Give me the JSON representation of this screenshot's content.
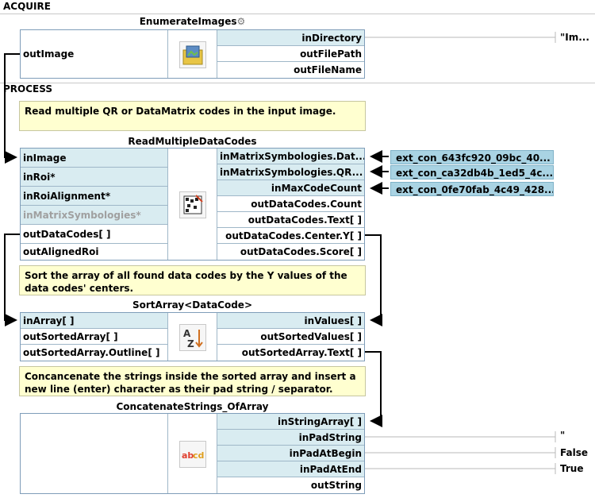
{
  "sections": {
    "acquire": "ACQUIRE",
    "process": "PROCESS"
  },
  "enumerate": {
    "title": "EnumerateImages",
    "icon": "gear-icon",
    "inputs": [
      "outImage"
    ],
    "outputs": [
      "inDirectory",
      "outFilePath",
      "outFileName"
    ],
    "value_in_directory": "\"Im..."
  },
  "comments": [
    "Read multiple QR or DataMatrix codes in the input image.",
    "Sort the array of all found data codes by the Y values of the data codes' centers.",
    "Concancenate the strings inside the sorted array and insert a new line (enter) character as their pad string / separator."
  ],
  "read": {
    "title": "ReadMultipleDataCodes",
    "inputs": [
      "inImage",
      "inRoi*",
      "inRoiAlignment*",
      "inMatrixSymbologies*",
      "outDataCodes[ ]",
      "outAlignedRoi"
    ],
    "outputs": [
      "inMatrixSymbologies.Dat...",
      "inMatrixSymbologies.QR...",
      "inMaxCodeCount",
      "outDataCodes.Count",
      "outDataCodes.Text[ ]",
      "outDataCodes.Center.Y[ ]",
      "outDataCodes.Score[ ]"
    ],
    "ext": [
      "ext_con_643fc920_09bc_40...",
      "ext_con_ca32db4b_1ed5_4c...",
      "ext_con_0fe70fab_4c49_428..."
    ]
  },
  "sort": {
    "title": "SortArray<DataCode>",
    "inputs": [
      "inArray[ ]",
      "outSortedArray[ ]",
      "outSortedArray.Outline[ ]"
    ],
    "outputs": [
      "inValues[ ]",
      "outSortedValues[ ]",
      "outSortedArray.Text[ ]"
    ]
  },
  "concat": {
    "title": "ConcatenateStrings_OfArray",
    "outputs": [
      "inStringArray[ ]",
      "inPadString",
      "inPadAtBegin",
      "inPadAtEnd",
      "outString"
    ],
    "values": [
      "\"",
      "False",
      "True"
    ]
  }
}
